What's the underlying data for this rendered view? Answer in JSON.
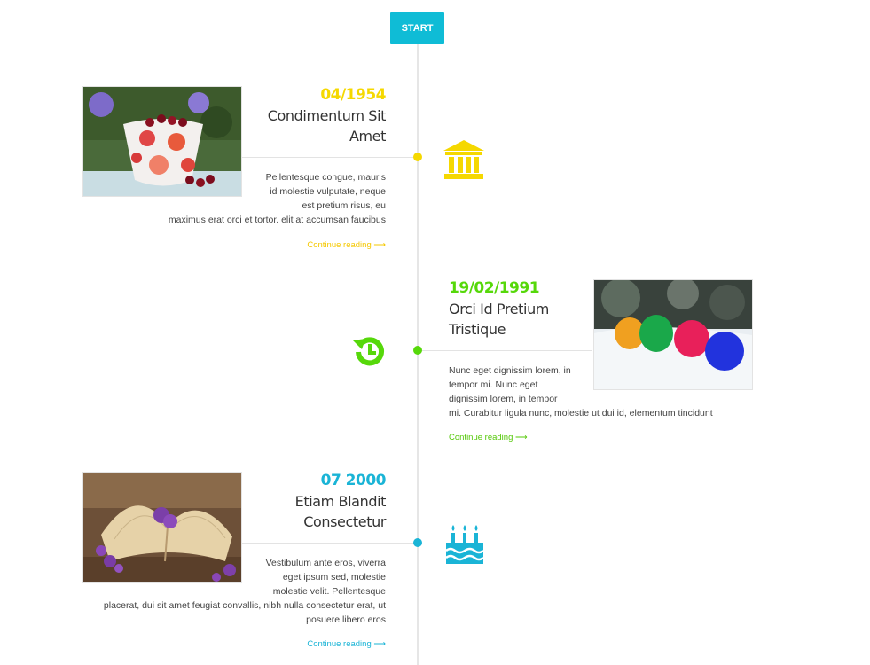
{
  "timeline": {
    "start_label": "START",
    "events": [
      {
        "date": "04/1954",
        "title_line1": "Condimentum Sit",
        "title_line2": "Amet",
        "excerpt_lines": [
          "Pellentesque congue, mauris",
          "id molestie vulputate, neque",
          "est pretium risus, eu",
          "maximus erat orci et tortor. elit at accumsan faucibus"
        ],
        "more": "Continue reading ⟶",
        "color": "#f5d800",
        "icon": "bank-icon"
      },
      {
        "date": "19/02/1991",
        "title_line1": "Orci Id Pretium",
        "title_line2": "Tristique",
        "excerpt_lines": [
          "Nunc eget dignissim lorem, in",
          "tempor mi. Nunc eget",
          "dignissim lorem, in tempor",
          "mi. Curabitur ligula nunc, molestie ut dui id, elementum tincidunt"
        ],
        "more": "Continue reading ⟶",
        "color": "#56d80a",
        "icon": "history-icon"
      },
      {
        "date": "07 2000",
        "title_line1": "Etiam Blandit",
        "title_line2": "Consectetur",
        "excerpt_lines": [
          "Vestibulum ante eros, viverra",
          "eget ipsum sed, molestie",
          "molestie velit. Pellentesque",
          "placerat, dui sit amet feugiat convallis, nibh nulla consectetur erat, ut",
          "posuere libero eros"
        ],
        "more": "Continue reading ⟶",
        "color": "#1ab4d6",
        "icon": "birthday-cake-icon"
      }
    ]
  }
}
